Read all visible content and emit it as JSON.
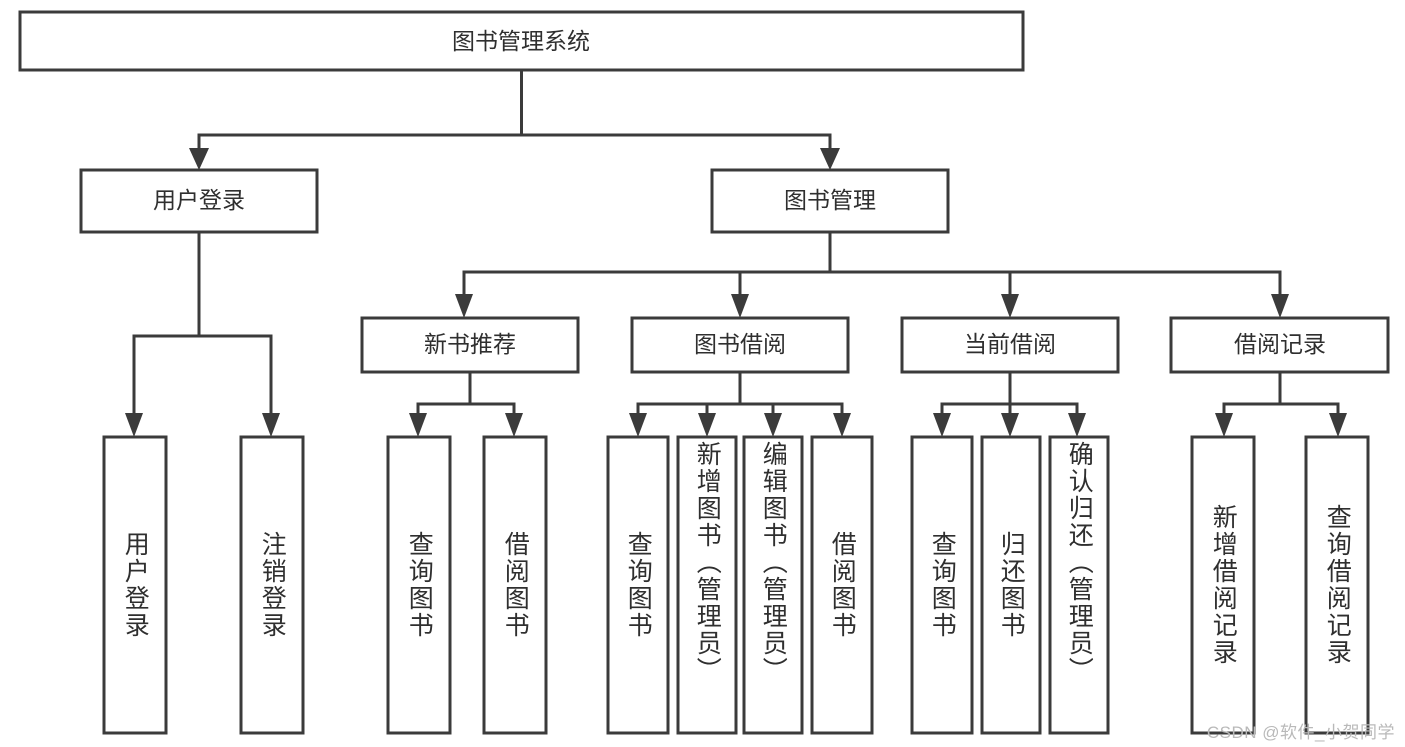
{
  "diagram": {
    "title": "图书管理系统",
    "type": "hierarchy-tree",
    "watermark": "CSDN @软件_小贺同学",
    "colors": {
      "stroke": "#3b3b3b",
      "fill": "#ffffff",
      "text": "#2f2f2f",
      "watermark": "#b9b9b9"
    },
    "root": {
      "label": "图书管理系统",
      "id": "root"
    },
    "level2": [
      {
        "id": "user-login",
        "label": "用户登录"
      },
      {
        "id": "book-manage",
        "label": "图书管理"
      }
    ],
    "level3": [
      {
        "id": "new-book-recommend",
        "label": "新书推荐",
        "parent": "book-manage"
      },
      {
        "id": "book-borrow",
        "label": "图书借阅",
        "parent": "book-manage"
      },
      {
        "id": "current-borrow",
        "label": "当前借阅",
        "parent": "book-manage"
      },
      {
        "id": "borrow-record",
        "label": "借阅记录",
        "parent": "book-manage"
      }
    ],
    "leaves": [
      {
        "id": "leaf-user-login",
        "label": "用户登录",
        "parent": "user-login"
      },
      {
        "id": "leaf-logout",
        "label": "注销登录",
        "parent": "user-login"
      },
      {
        "id": "leaf-query-book-1",
        "label": "查询图书",
        "parent": "new-book-recommend"
      },
      {
        "id": "leaf-borrow-book-1",
        "label": "借阅图书",
        "parent": "new-book-recommend"
      },
      {
        "id": "leaf-query-book-2",
        "label": "查询图书",
        "parent": "book-borrow"
      },
      {
        "id": "leaf-add-book",
        "label": "新增图书（管理员）",
        "parent": "book-borrow"
      },
      {
        "id": "leaf-edit-book",
        "label": "编辑图书（管理员）",
        "parent": "book-borrow"
      },
      {
        "id": "leaf-borrow-book-2",
        "label": "借阅图书",
        "parent": "book-borrow"
      },
      {
        "id": "leaf-query-book-3",
        "label": "查询图书",
        "parent": "current-borrow"
      },
      {
        "id": "leaf-return-book",
        "label": "归还图书",
        "parent": "current-borrow"
      },
      {
        "id": "leaf-confirm-return",
        "label": "确认归还（管理员）",
        "parent": "current-borrow"
      },
      {
        "id": "leaf-add-record",
        "label": "新增借阅记录",
        "parent": "borrow-record"
      },
      {
        "id": "leaf-query-record",
        "label": "查询借阅记录",
        "parent": "borrow-record"
      }
    ]
  }
}
